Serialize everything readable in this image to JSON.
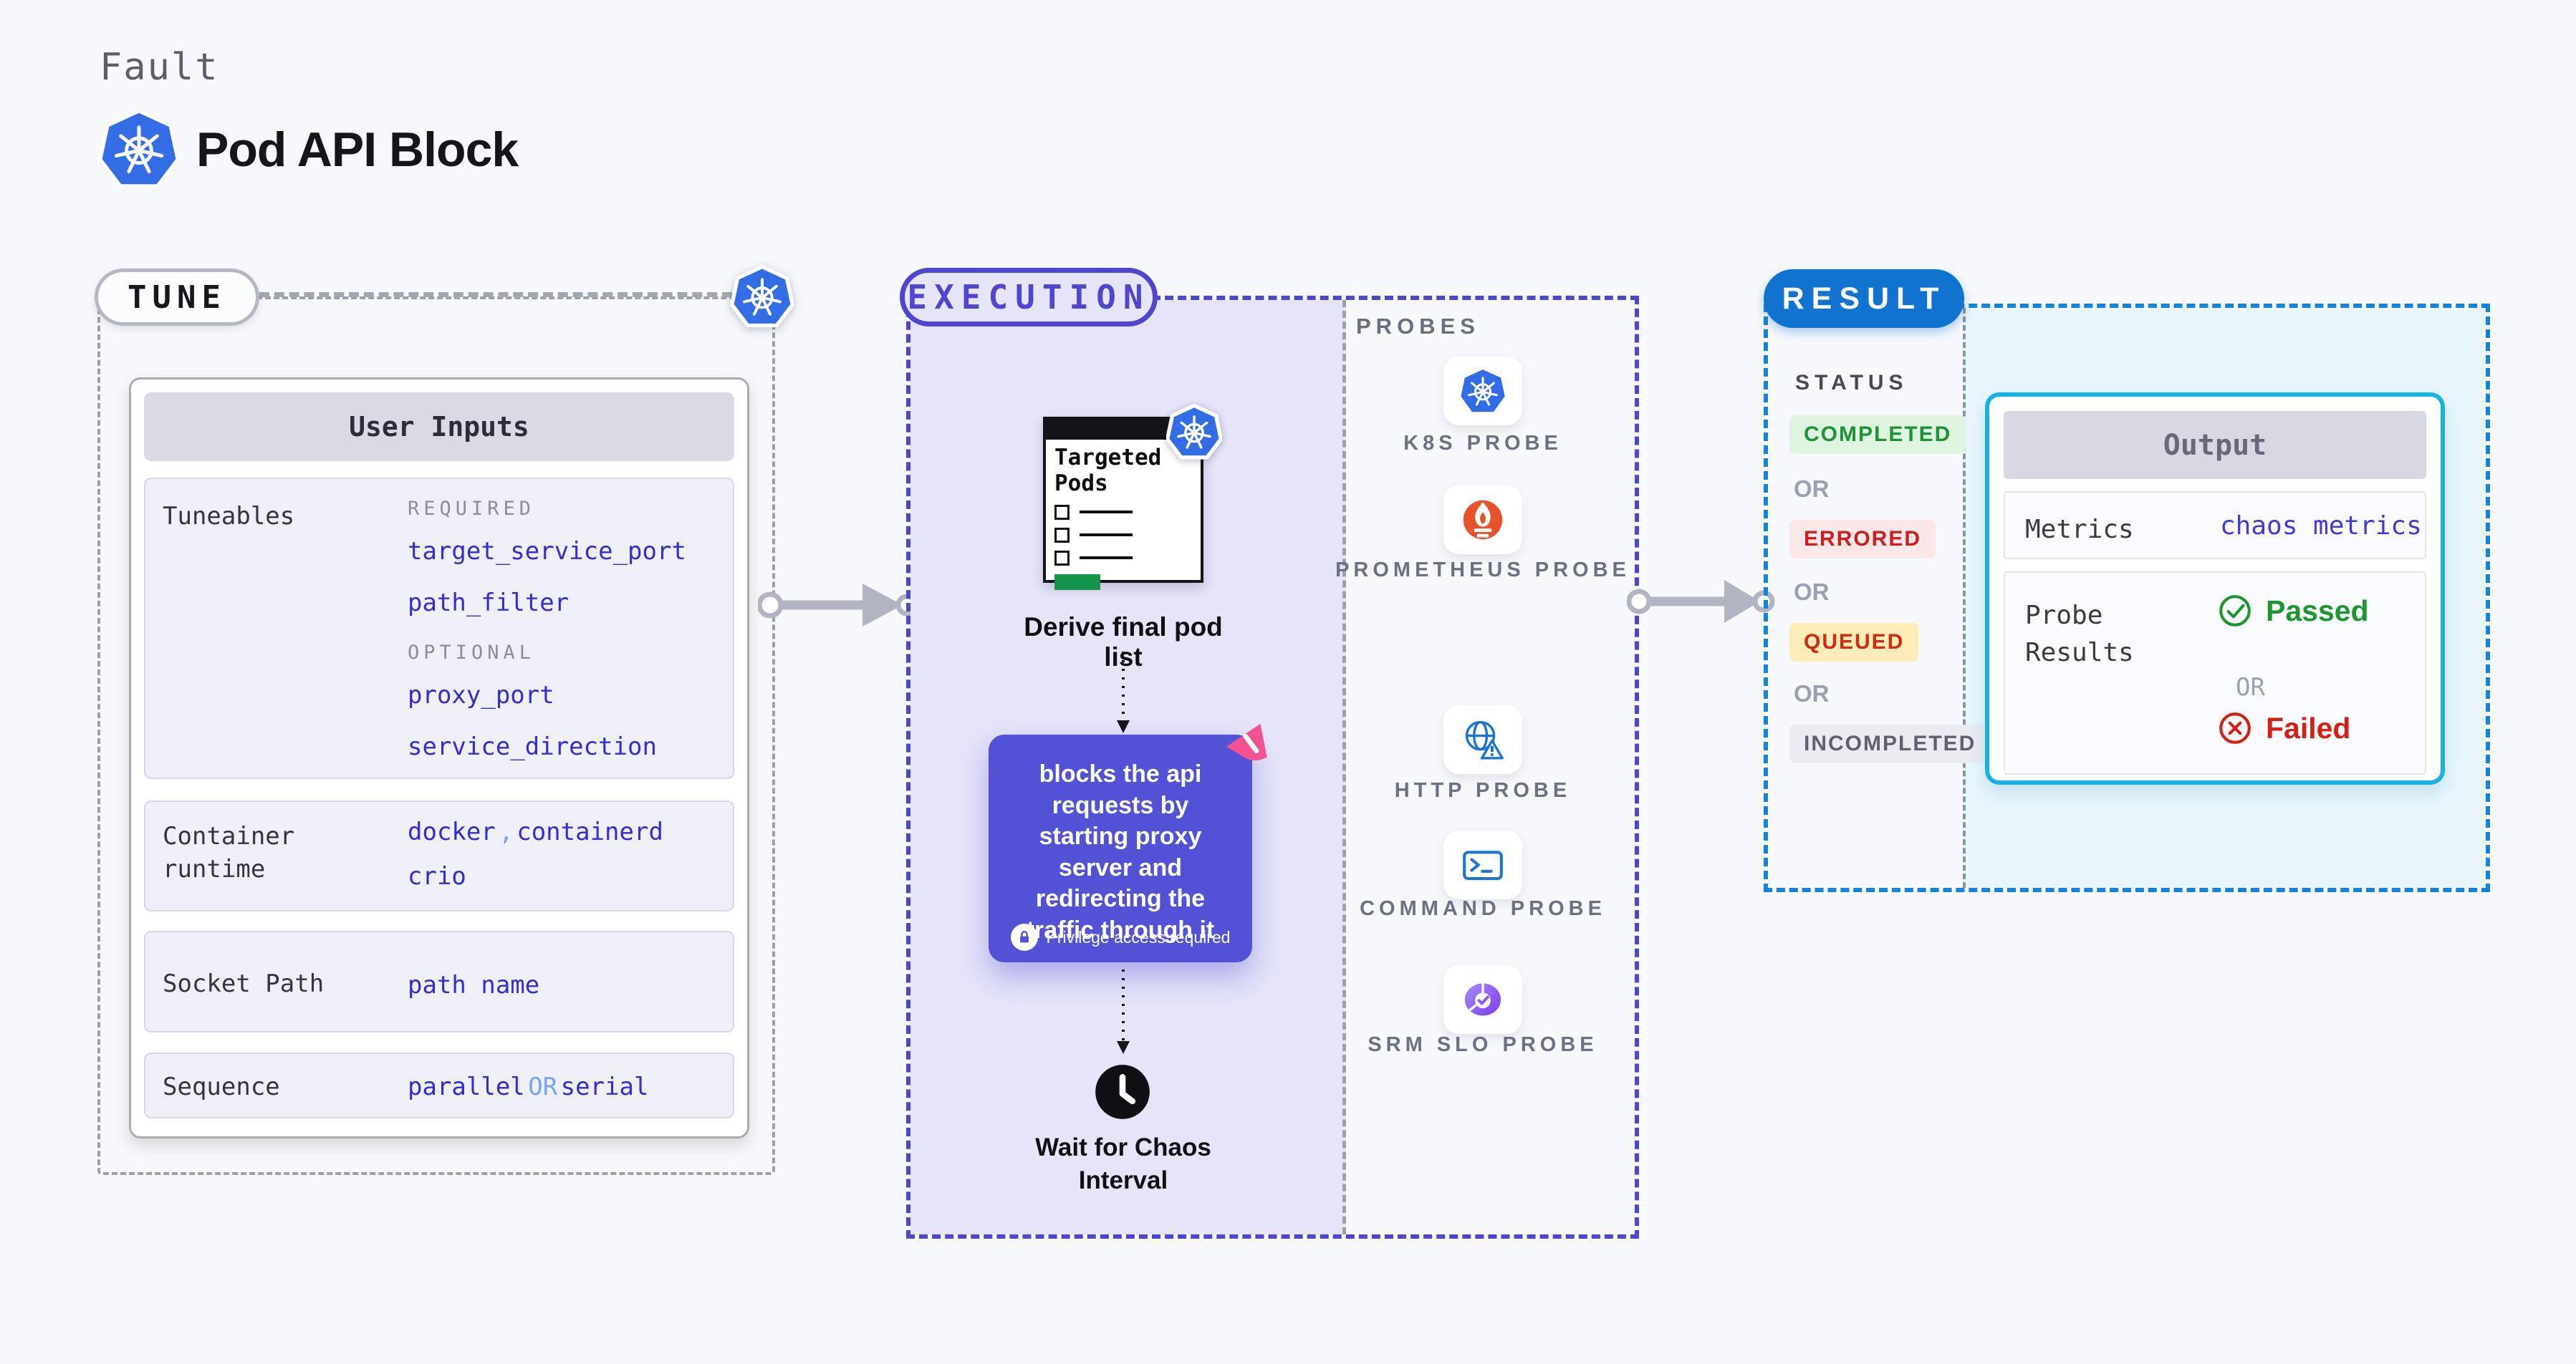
{
  "header": {
    "category": "Fault",
    "title": "Pod API Block",
    "icon": "kubernetes-icon"
  },
  "colors": {
    "kubernetes_blue": "#326de6",
    "indigo_accent": "#4f46cf",
    "lavender_panel": "#e5e4f9",
    "action_purple": "#5351d5",
    "litmus_pink": "#f0538f",
    "tune_dash_gray": "#9ba0ab",
    "result_pill_blue": "#1173d0",
    "result_dash_blue": "#1583d7",
    "cyan_panel": "#e8f6fc",
    "output_border_cyan": "#17b2e4",
    "value_blue": "#322ed4",
    "value_light_blue": "#74a4f3",
    "passed_green": "#1d9630",
    "failed_red": "#d32014",
    "completed_green": "#1d9335",
    "errored_red": "#cb2020",
    "queued_red": "#cf2c10",
    "pod_list_green": "#14934a",
    "prometheus_orange": "#e6522c",
    "http_blue": "#1b75d0",
    "srm_purple": "#8b5cf6"
  },
  "tune": {
    "badge": "TUNE",
    "card_title": "User Inputs",
    "rows": [
      {
        "label": "Tuneables",
        "required_tag": "REQUIRED",
        "required_values": [
          "target_service_port",
          "path_filter"
        ],
        "optional_tag": "OPTIONAL",
        "optional_values": [
          "proxy_port",
          "service_direction"
        ]
      },
      {
        "label": "Container runtime",
        "value_1": "docker",
        "separator": ",",
        "value_2": "containerd",
        "value_3": "crio"
      },
      {
        "label": "Socket Path",
        "value": "path name"
      },
      {
        "label": "Sequence",
        "value_1": "parallel",
        "or_label": "OR",
        "value_2": "serial"
      }
    ]
  },
  "execution": {
    "badge": "EXECUTION",
    "pod_card_title": "Targeted Pods",
    "derive_label": "Derive final pod list",
    "action_text": "blocks the api requests by starting proxy server and redirecting the traffic through it",
    "privilege_badge": "Privilege access required",
    "wait_label": "Wait for Chaos Interval"
  },
  "probes": {
    "title": "PROBES",
    "items": [
      {
        "icon": "k8s-probe-icon",
        "label": "K8S PROBE"
      },
      {
        "icon": "prometheus-probe-icon",
        "label": "PROMETHEUS PROBE"
      },
      {
        "icon": "http-probe-icon",
        "label": "HTTP PROBE"
      },
      {
        "icon": "command-probe-icon",
        "label": "COMMAND PROBE"
      },
      {
        "icon": "srm-slo-probe-icon",
        "label": "SRM SLO PROBE"
      }
    ]
  },
  "result": {
    "badge": "RESULT",
    "status_title": "STATUS",
    "or_label": "OR",
    "statuses": [
      {
        "label": "COMPLETED"
      },
      {
        "label": "ERRORED"
      },
      {
        "label": "QUEUED"
      },
      {
        "label": "INCOMPLETED"
      }
    ],
    "output": {
      "title": "Output",
      "metrics_label": "Metrics",
      "metrics_value": "chaos metrics",
      "probe_results_label": "Probe Results",
      "passed_label": "Passed",
      "or_label": "OR",
      "failed_label": "Failed"
    }
  }
}
